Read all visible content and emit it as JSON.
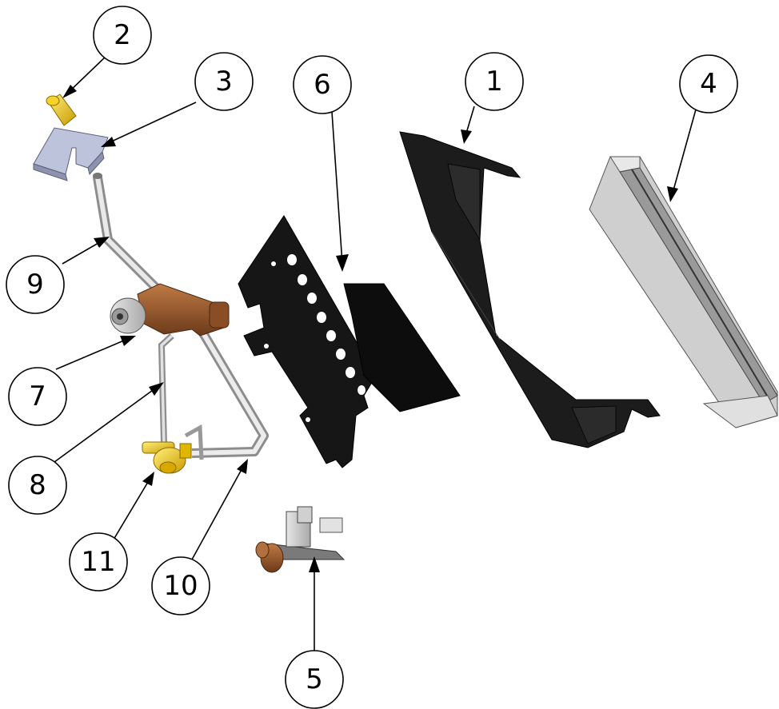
{
  "balloons": [
    {
      "id": "1",
      "label": "1"
    },
    {
      "id": "2",
      "label": "2"
    },
    {
      "id": "3",
      "label": "3"
    },
    {
      "id": "4",
      "label": "4"
    },
    {
      "id": "5",
      "label": "5"
    },
    {
      "id": "6",
      "label": "6"
    },
    {
      "id": "7",
      "label": "7"
    },
    {
      "id": "8",
      "label": "8"
    },
    {
      "id": "9",
      "label": "9"
    },
    {
      "id": "10",
      "label": "10"
    },
    {
      "id": "11",
      "label": "11"
    }
  ],
  "colors": {
    "black_part": "#111111",
    "steel": "#c9c9c9",
    "tube": "#d8d8d8",
    "brass_yellow": "#e8c21a",
    "bronze": "#9a5a2e",
    "bracket_blue": "#b9bfd8"
  }
}
